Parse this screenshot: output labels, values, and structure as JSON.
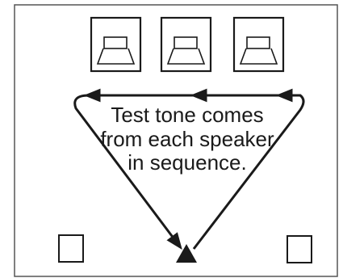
{
  "caption": {
    "line1": "Test tone comes",
    "line2": "from each speaker",
    "line3": "in sequence."
  },
  "speakers": [
    {
      "id": "front-left",
      "icon": "speaker-icon"
    },
    {
      "id": "center",
      "icon": "speaker-icon"
    },
    {
      "id": "front-right",
      "icon": "speaker-icon"
    },
    {
      "id": "surround-left",
      "icon": "speaker-box-icon"
    },
    {
      "id": "surround-right",
      "icon": "speaker-box-icon"
    }
  ],
  "listener": {
    "icon": "listener-triangle-icon"
  },
  "colors": {
    "ink": "#1a1a1a",
    "paper": "#ffffff"
  }
}
